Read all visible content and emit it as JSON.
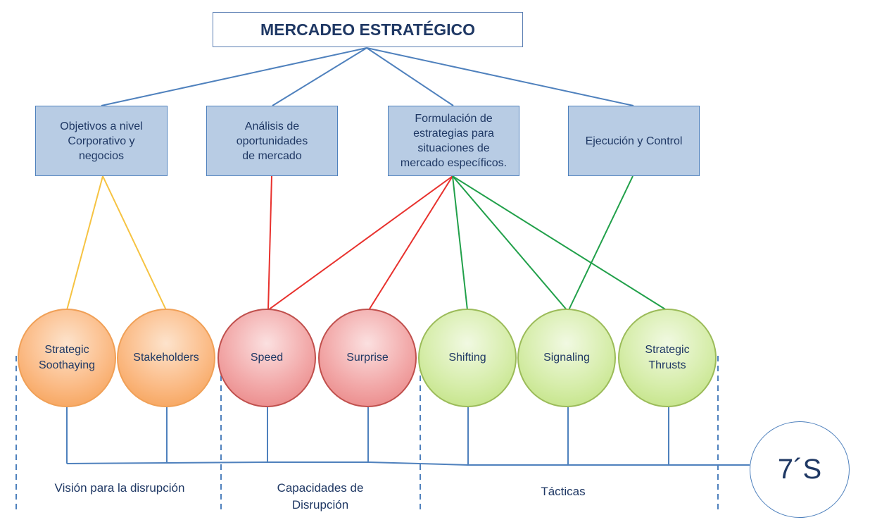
{
  "root": {
    "label": "MERCADEO ESTRATÉGICO"
  },
  "level1": {
    "objetivos": "Objetivos a nivel\nCorporativo y\nnegocios",
    "analisis": "Análisis  de\noportunidades\nde mercado",
    "formulacion": "Formulación de\nestrategias para\nsituaciones de\nmercado específicos.",
    "ejecucion": "Ejecución y Control"
  },
  "circles": {
    "soothaying": "Strategic\nSoothaying",
    "stakeholders": "Stakeholders",
    "speed": "Speed",
    "surprise": "Surprise",
    "shifting": "Shifting",
    "signaling": "Signaling",
    "thrusts": "Strategic\nThrusts"
  },
  "seven_s": "7´S",
  "groups": {
    "vision": "Visión para la disrupción",
    "capacidades": "Capacidades de\nDisrupción",
    "tacticas": "Tácticas"
  },
  "colors": {
    "tree_line": "#4f81bd",
    "yellow_link": "#f6c342",
    "red_link": "#e8312d",
    "green_link": "#21a04a",
    "orange_fill": "#fbbb86",
    "red_fill": "#f2a8a8",
    "green_fill": "#d6edaa"
  }
}
